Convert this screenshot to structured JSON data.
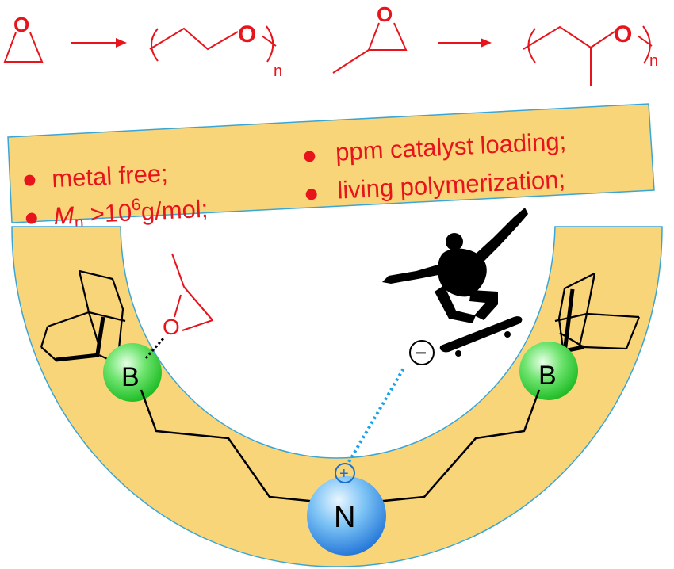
{
  "reactions": [
    {
      "monomer_atom": "O",
      "polymer_atom": "O",
      "subscript": "n"
    },
    {
      "monomer_atom": "O",
      "polymer_atom": "O",
      "subscript": "n"
    }
  ],
  "features": {
    "left": [
      "metal free;",
      {
        "symbol": "M",
        "sub": "n",
        "text_pre": " >10",
        "sup": "6",
        "text_post": "g/mol;"
      }
    ],
    "right": [
      "ppm catalyst loading;",
      "living polymerization;"
    ]
  },
  "atoms": {
    "left_boron": "B",
    "right_boron": "B",
    "nitrogen": "N",
    "epoxide_oxygen": "O",
    "plus_charge": "+",
    "minus_charge": "−"
  },
  "colors": {
    "accent_red": "#e8141c",
    "band_fill": "#f9d57a",
    "band_border": "#3aa6d6",
    "boron_green": "#2fd63a",
    "nitrogen_blue": "#1e7fe0",
    "dotted_blue": "#1aa3e8"
  },
  "icons": [
    "skateboarder-silhouette"
  ]
}
